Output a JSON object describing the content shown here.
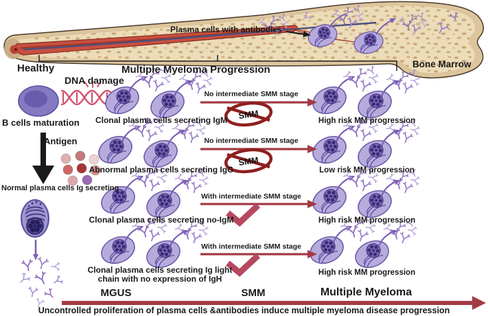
{
  "colors": {
    "red_accent": "#a43a44",
    "prohibition_red": "#8e1f1f",
    "checkmark_red": "#b5485f",
    "antibody_purple": "#8d6cc0",
    "cell_purple": "#b7abdc",
    "nucleus_purple": "#6f5fb0",
    "dna_pink": "#d4536f",
    "marrow_red": "#c7503f",
    "bone_tan": "#ecdcb8"
  },
  "bone": {
    "plasma_label": "Plasma cells with antibodies",
    "marrow_label": "Bone Marrow"
  },
  "header": {
    "healthy": "Healthy",
    "progression": "Multiple Myeloma Progression"
  },
  "left_panel": {
    "dna_damage": "DNA damage",
    "b_cells": "B cells maturation",
    "antigen": "Antigen",
    "normal_plasma": "Normal plasma cells Ig secreting"
  },
  "rows": [
    {
      "label": "Clonal plasma cells secreting IgM",
      "stage_note": "No intermediate SMM stage",
      "marker": "smm-crossed",
      "smm_text": "SMM",
      "outcome": "High risk MM progression"
    },
    {
      "label": "Abnormal plasma cells secreting IgG",
      "stage_note": "No intermediate SMM stage",
      "marker": "smm-crossed",
      "smm_text": "SMM",
      "outcome": "Low risk MM progression"
    },
    {
      "label": "Clonal plasma cells secreting no-IgM",
      "stage_note": "With intermediate SMM stage",
      "marker": "checkmark",
      "outcome": "High risk MM progression"
    },
    {
      "label_line1": "Clonal plasma cells secreting Ig light",
      "label_line2": "chain with no expression of IgH",
      "stage_note": "With intermediate SMM stage",
      "marker": "checkmark",
      "outcome": "High risk MM progression"
    }
  ],
  "timeline": {
    "stages": [
      "MGUS",
      "SMM",
      "Multiple Myeloma"
    ],
    "caption": "Uncontrolled proliferation of plasma cells &antibodies induce multiple myeloma disease progression"
  }
}
